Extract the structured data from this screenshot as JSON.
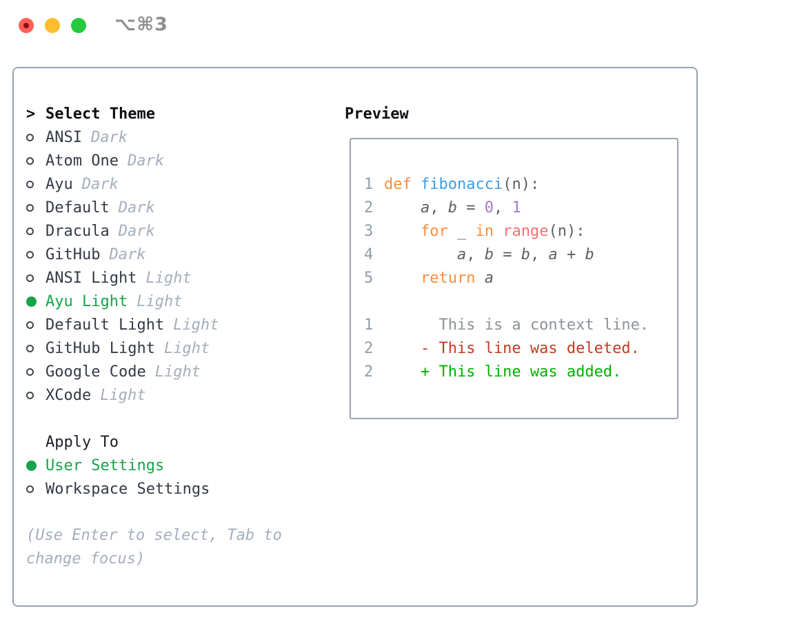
{
  "window": {
    "shortcut": "⌥⌘3",
    "traffic_lights": [
      {
        "name": "close",
        "color": "#ff5f57",
        "unsaved_dot": "#8f1007"
      },
      {
        "name": "minimize",
        "color": "#febc2e"
      },
      {
        "name": "zoom",
        "color": "#27c93f"
      }
    ]
  },
  "theme_list": {
    "prompt": ">",
    "header": "Select Theme",
    "items": [
      {
        "label": "ANSI",
        "variant": "Dark",
        "selected": false
      },
      {
        "label": "Atom One",
        "variant": "Dark",
        "selected": false
      },
      {
        "label": "Ayu",
        "variant": "Dark",
        "selected": false
      },
      {
        "label": "Default",
        "variant": "Dark",
        "selected": false
      },
      {
        "label": "Dracula",
        "variant": "Dark",
        "selected": false
      },
      {
        "label": "GitHub",
        "variant": "Dark",
        "selected": false
      },
      {
        "label": "ANSI Light",
        "variant": "Light",
        "selected": false
      },
      {
        "label": "Ayu Light",
        "variant": "Light",
        "selected": true
      },
      {
        "label": "Default Light",
        "variant": "Light",
        "selected": false
      },
      {
        "label": "GitHub Light",
        "variant": "Light",
        "selected": false
      },
      {
        "label": "Google Code",
        "variant": "Light",
        "selected": false
      },
      {
        "label": "XCode",
        "variant": "Light",
        "selected": false
      }
    ]
  },
  "apply_to": {
    "header": "Apply To",
    "options": [
      {
        "label": "User Settings",
        "selected": true
      },
      {
        "label": "Workspace Settings",
        "selected": false
      }
    ]
  },
  "help_text": "(Use Enter to select, Tab to change focus)",
  "preview": {
    "header": "Preview",
    "code": [
      {
        "num": "1",
        "tokens": [
          {
            "text": "def ",
            "type": "keyword"
          },
          {
            "text": "fibonacci",
            "type": "function"
          },
          {
            "text": "(n):",
            "type": "plain"
          }
        ]
      },
      {
        "num": "2",
        "tokens": [
          {
            "text": "    ",
            "type": "plain"
          },
          {
            "text": "a",
            "type": "variable"
          },
          {
            "text": ", ",
            "type": "plain"
          },
          {
            "text": "b",
            "type": "variable"
          },
          {
            "text": " = ",
            "type": "plain"
          },
          {
            "text": "0",
            "type": "number"
          },
          {
            "text": ", ",
            "type": "plain"
          },
          {
            "text": "1",
            "type": "number"
          }
        ]
      },
      {
        "num": "3",
        "tokens": [
          {
            "text": "    ",
            "type": "plain"
          },
          {
            "text": "for",
            "type": "keyword"
          },
          {
            "text": " _ ",
            "type": "plain"
          },
          {
            "text": "in",
            "type": "keyword"
          },
          {
            "text": " ",
            "type": "plain"
          },
          {
            "text": "range",
            "type": "call"
          },
          {
            "text": "(n):",
            "type": "plain"
          }
        ]
      },
      {
        "num": "4",
        "tokens": [
          {
            "text": "        ",
            "type": "plain"
          },
          {
            "text": "a",
            "type": "variable"
          },
          {
            "text": ", ",
            "type": "plain"
          },
          {
            "text": "b",
            "type": "variable"
          },
          {
            "text": " = ",
            "type": "plain"
          },
          {
            "text": "b",
            "type": "variable"
          },
          {
            "text": ", ",
            "type": "plain"
          },
          {
            "text": "a",
            "type": "variable"
          },
          {
            "text": " + ",
            "type": "plain"
          },
          {
            "text": "b",
            "type": "variable"
          }
        ]
      },
      {
        "num": "5",
        "tokens": [
          {
            "text": "    ",
            "type": "plain"
          },
          {
            "text": "return",
            "type": "keyword"
          },
          {
            "text": " ",
            "type": "plain"
          },
          {
            "text": "a",
            "type": "variable"
          }
        ]
      }
    ],
    "diff": [
      {
        "num": "1",
        "text": "      This is a context line.",
        "type": "context"
      },
      {
        "num": "2",
        "text": "    - This line was deleted.",
        "type": "deleted"
      },
      {
        "num": "2",
        "text": "    + This line was added.",
        "type": "added"
      }
    ]
  },
  "colors": {
    "accent_green": "#16a34a",
    "panel_border": "#99a2ae",
    "muted_text": "#a5aebc",
    "code_fg": "#5c6166",
    "line_number": "#929bab",
    "keyword": "#fa8d3e",
    "function": "#399ee6",
    "call": "#f07171",
    "number": "#a37acc",
    "diff_context": "#8c9198",
    "diff_deleted": "#c33b24",
    "diff_added": "#00b000"
  }
}
